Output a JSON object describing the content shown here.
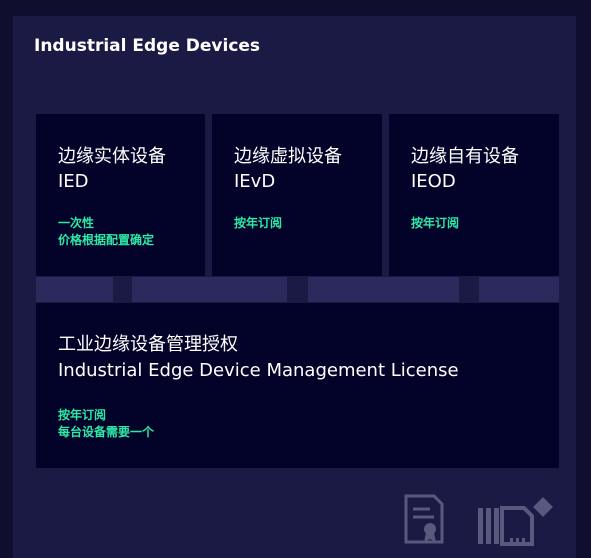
{
  "title": "Industrial Edge Devices",
  "cards": [
    {
      "cn": "边缘实体设备",
      "en": "IED",
      "note1": "一次性",
      "note2": "价格根据配置确定"
    },
    {
      "cn": "边缘虚拟设备",
      "en": "IEvD",
      "note1": "按年订阅",
      "note2": ""
    },
    {
      "cn": "边缘自有设备",
      "en": "IEOD",
      "note1": "按年订阅",
      "note2": ""
    }
  ],
  "license": {
    "cn": "工业边缘设备管理授权",
    "en": "Industrial Edge Device Management License",
    "note1": "按年订阅",
    "note2": "每台设备需要一个"
  },
  "icons": [
    "certificate-icon",
    "device-icon"
  ],
  "colors": {
    "accent": "#2ee8a6",
    "panel": "#1b1a44",
    "card": "#03032a",
    "background": "#0f0e2e"
  }
}
